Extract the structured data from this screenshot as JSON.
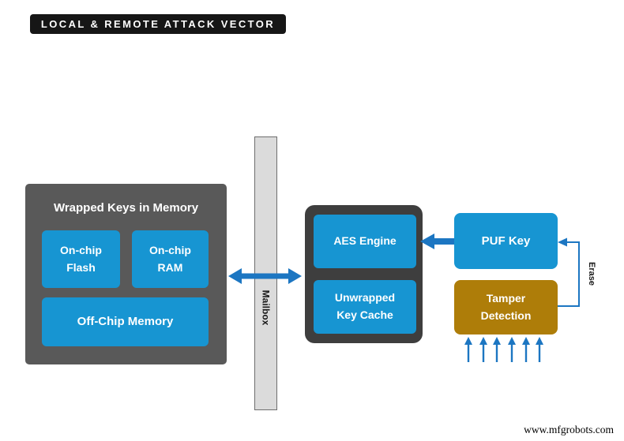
{
  "title_banner": {
    "label": "LOCAL & REMOTE ATTACK VECTOR"
  },
  "memory_block": {
    "title": "Wrapped Keys in Memory",
    "items": [
      {
        "label": [
          "On-chip",
          "Flash"
        ]
      },
      {
        "label": [
          "On-chip",
          "RAM"
        ]
      },
      {
        "label": [
          "Off-Chip Memory"
        ]
      }
    ]
  },
  "mailbox": {
    "label": "Mailbox"
  },
  "crypto_block": {
    "items": [
      {
        "label": [
          "AES Engine"
        ]
      },
      {
        "label": [
          "Unwrapped",
          "Key Cache"
        ]
      }
    ]
  },
  "puf_key": {
    "label": "PUF Key"
  },
  "tamper_detection": {
    "label": [
      "Tamper",
      "Detection"
    ]
  },
  "erase": {
    "label": "Erase"
  },
  "watermark": {
    "label": "www.mfgrobots.com"
  },
  "colors": {
    "banner_black": "#161616",
    "memory_gray": "#595959",
    "crypto_dark": "#3E3E3E",
    "box_blue": "#1795D2",
    "arrow_blue": "#1C76C2",
    "tamper_gold": "#AE7D09",
    "mailbox_fill": "#DBDBDB",
    "mailbox_border": "#6E6E6E"
  }
}
